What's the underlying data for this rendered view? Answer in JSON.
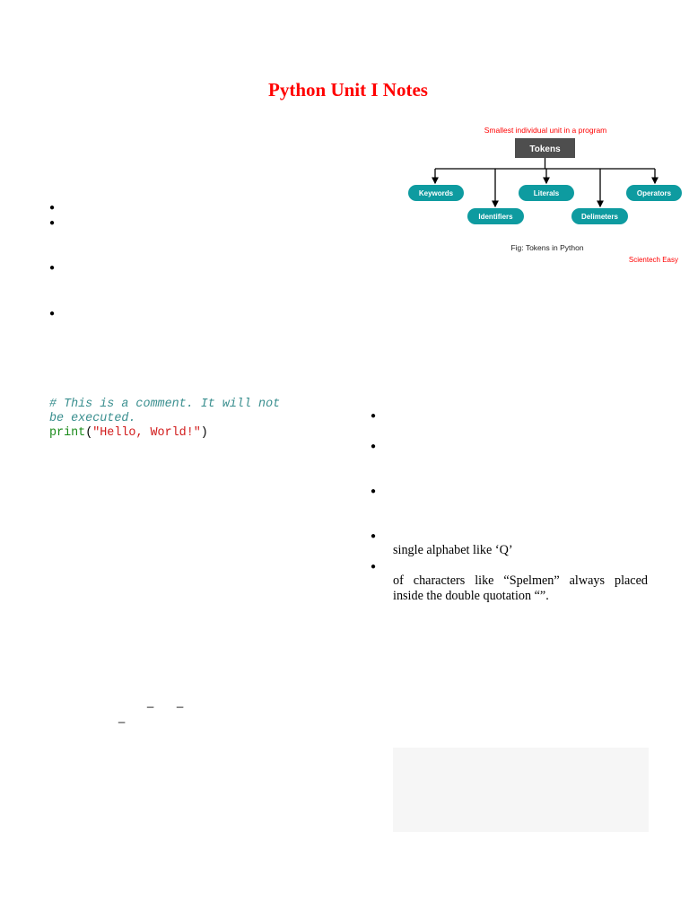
{
  "page": {
    "title": "Python Unit I Notes"
  },
  "tokens_figure": {
    "caption_top": "Smallest individual unit in a program",
    "root": "Tokens",
    "nodes": [
      "Keywords",
      "Identifiers",
      "Literals",
      "Delimeters",
      "Operators"
    ],
    "fig_caption": "Fig: Tokens in Python",
    "watermark": "Scientech Easy",
    "colors": {
      "node": "#0e9ba0",
      "root": "#4e4e4e",
      "accent": "#ff0000"
    }
  },
  "code_sample": {
    "comment_line1": "# This is a comment. It will not",
    "comment_line2": "be executed.",
    "print_kw": "print",
    "paren_open": "(",
    "string": "\"Hello, World!\"",
    "paren_close": ")"
  },
  "literals_text": {
    "char_line": "single alphabet like ‘Q’",
    "string_line1": "of characters like “Spelmen” always placed",
    "string_line2": "inside the double quotation “”."
  },
  "underscores": [
    "_",
    "_",
    "_"
  ]
}
